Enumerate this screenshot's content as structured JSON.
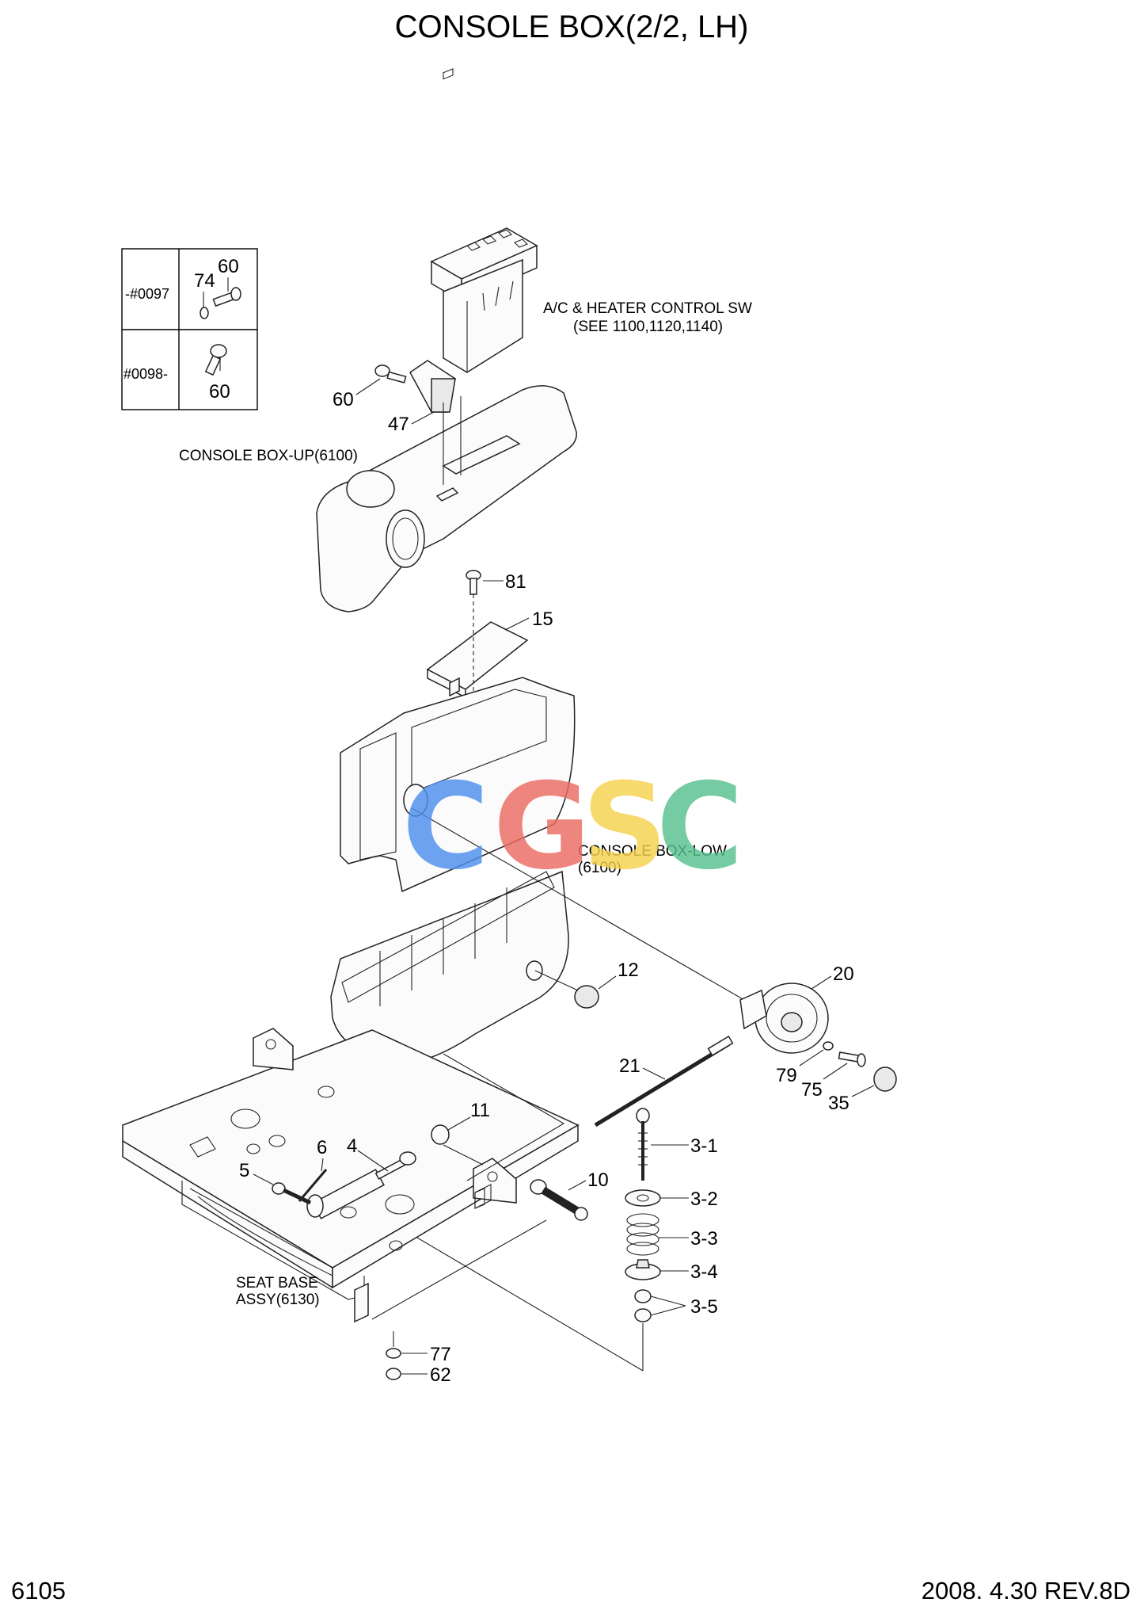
{
  "title": "CONSOLE BOX(2/2, LH)",
  "page_number": "6105",
  "revision": "2008. 4.30  REV.8D",
  "watermark": {
    "letters": [
      "C",
      "G",
      "S",
      "C"
    ],
    "colors": [
      "#4f8ff0",
      "#ec6b63",
      "#f6d24e",
      "#57c08e"
    ]
  },
  "inset_table": {
    "rows": [
      {
        "serial": "-#0097",
        "parts": [
          "74",
          "60"
        ]
      },
      {
        "serial": "#0098-",
        "parts": [
          "60"
        ]
      }
    ]
  },
  "notes": {
    "ac_control_line1": "A/C & HEATER CONTROL SW",
    "ac_control_line2": "(SEE 1100,1120,1140)",
    "console_up": "CONSOLE BOX-UP(6100)",
    "console_low_line1": "CONSOLE BOX-LOW",
    "console_low_line2": "(6100)",
    "seat_base_line1": "SEAT BASE",
    "seat_base_line2": "ASSY(6130)"
  },
  "callouts": [
    {
      "id": "c60",
      "label": "60"
    },
    {
      "id": "c47",
      "label": "47"
    },
    {
      "id": "c81",
      "label": "81"
    },
    {
      "id": "c15",
      "label": "15"
    },
    {
      "id": "c12",
      "label": "12"
    },
    {
      "id": "c20",
      "label": "20"
    },
    {
      "id": "c21",
      "label": "21"
    },
    {
      "id": "c79",
      "label": "79"
    },
    {
      "id": "c75",
      "label": "75"
    },
    {
      "id": "c35",
      "label": "35"
    },
    {
      "id": "c11",
      "label": "11"
    },
    {
      "id": "c6",
      "label": "6"
    },
    {
      "id": "c4",
      "label": "4"
    },
    {
      "id": "c5",
      "label": "5"
    },
    {
      "id": "c10",
      "label": "10"
    },
    {
      "id": "c3_1",
      "label": "3-1"
    },
    {
      "id": "c3_2",
      "label": "3-2"
    },
    {
      "id": "c3_3",
      "label": "3-3"
    },
    {
      "id": "c3_4",
      "label": "3-4"
    },
    {
      "id": "c3_5",
      "label": "3-5"
    },
    {
      "id": "c77",
      "label": "77"
    },
    {
      "id": "c62",
      "label": "62"
    }
  ]
}
